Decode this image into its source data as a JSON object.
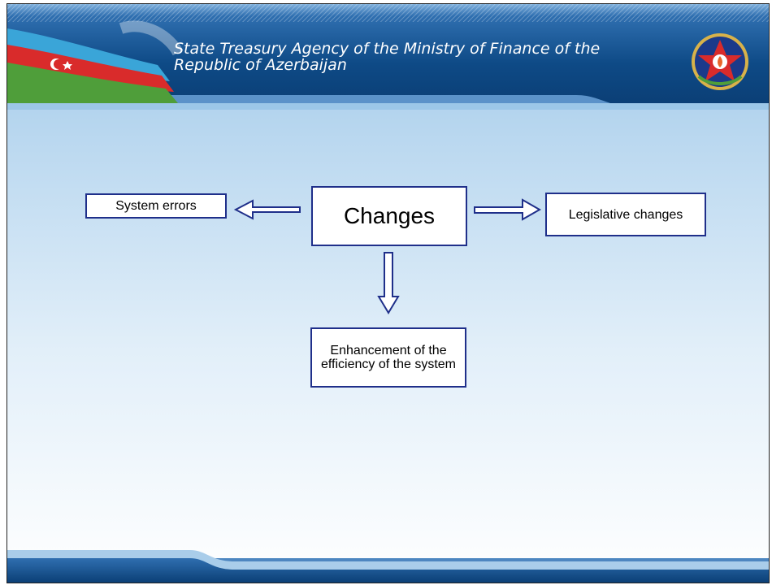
{
  "header": {
    "title": "State Treasury Agency of the Ministry of Finance of the Republic of Azerbaijan",
    "emblem_icon": "azerbaijan-state-emblem",
    "flag_icon": "azerbaijan-flag"
  },
  "diagram": {
    "center_node": "Changes",
    "left_node": "System errors",
    "right_node": "Legislative changes",
    "bottom_node": "Enhancement of the efficiency of the system",
    "edges": [
      {
        "from": "Changes",
        "to": "System errors"
      },
      {
        "from": "Changes",
        "to": "Legislative changes"
      },
      {
        "from": "Changes",
        "to": "Enhancement of the efficiency of the system"
      }
    ]
  },
  "colors": {
    "header_dark": "#0b3f76",
    "header_light": "#2f6fb0",
    "box_border": "#1f2f8a",
    "arrow_stroke": "#1f2f8a",
    "background_top": "#9cc7e8",
    "background_bottom": "#ffffff"
  }
}
